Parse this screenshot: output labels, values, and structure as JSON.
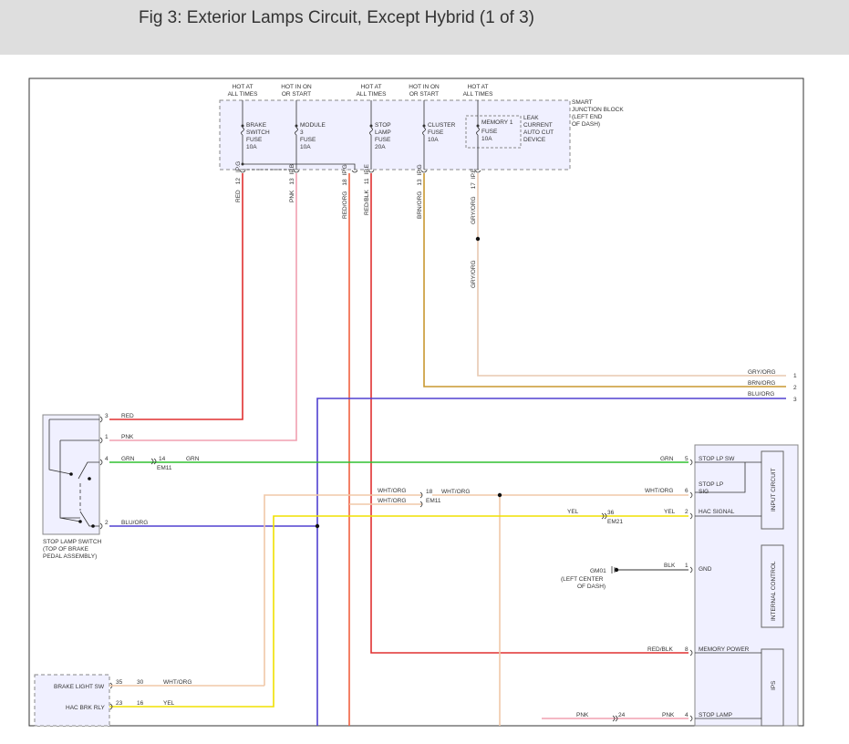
{
  "title": "Fig 3: Exterior Lamps Circuit, Except Hybrid (1 of 3)",
  "colors": {
    "red": "#e03030",
    "pink": "#f0a0b0",
    "green": "#30c030",
    "yellow": "#f0e000",
    "blue": "#5040d0",
    "tan": "#f0c8a8",
    "brown": "#c89830",
    "gray_orange": "#e8c8b0",
    "box_fill": "#f0f0ff"
  },
  "fuse_block": {
    "label": [
      "SMART",
      "JUNCTION BLOCK",
      "(LEFT END",
      "OF DASH)"
    ],
    "supplies": [
      {
        "lines": [
          "HOT AT",
          "ALL TIMES"
        ]
      },
      {
        "lines": [
          "HOT IN ON",
          "OR START"
        ]
      },
      {
        "lines": [
          "HOT AT",
          "ALL TIMES"
        ]
      },
      {
        "lines": [
          "HOT IN ON",
          "OR START"
        ]
      },
      {
        "lines": [
          "HOT AT",
          "ALL TIMES"
        ]
      }
    ],
    "fuses": [
      {
        "lines": [
          "BRAKE",
          "SWITCH",
          "FUSE",
          "10A"
        ]
      },
      {
        "lines": [
          "MODULE",
          "3",
          "FUSE",
          "10A"
        ]
      },
      {
        "lines": [
          "STOP",
          "LAMP",
          "FUSE",
          "20A"
        ]
      },
      {
        "lines": [
          "CLUSTER",
          "FUSE",
          "10A"
        ]
      },
      {
        "lines": [
          "MEMORY 1",
          "FUSE",
          "10A"
        ]
      }
    ],
    "device": [
      "LEAK",
      "CURRENT",
      "AUTO CUT",
      "DEVICE"
    ]
  },
  "vertical_labels": [
    {
      "pin": "12",
      "conn": "IP.G",
      "color": "RED"
    },
    {
      "pin": "13",
      "conn": "IP.B",
      "color": "PNK"
    },
    {
      "pin": "18",
      "conn": "IP.G",
      "color": "RED/ORG"
    },
    {
      "pin": "11",
      "conn": "IP.E",
      "color": "RED/BLK"
    },
    {
      "pin": "13",
      "conn": "IP.G",
      "color": "BRN/ORG"
    },
    {
      "pin": "17",
      "conn": "IP.E",
      "color": "GRY/ORG"
    }
  ],
  "gry_org_lower": "GRY/ORG",
  "right_wires": [
    {
      "label": "GRY/ORG",
      "num": "1"
    },
    {
      "label": "BRN/ORG",
      "num": "2"
    },
    {
      "label": "BLU/ORG",
      "num": "3"
    }
  ],
  "stop_lamp_switch": {
    "label": [
      "STOP LAMP SWITCH",
      "(TOP OF BRAKE",
      "PEDAL ASSEMBLY)"
    ],
    "pins": [
      {
        "pin": "3",
        "wire": "RED"
      },
      {
        "pin": "1",
        "wire": "PNK"
      },
      {
        "pin": "4",
        "wire": "GRN"
      },
      {
        "pin": "2",
        "wire": "BLU/ORG"
      }
    ]
  },
  "em11_grn": {
    "pin": "14",
    "conn": "EM11",
    "wire": "GRN"
  },
  "em11_wht": {
    "pin": "18",
    "conn": "EM11",
    "wire_in": "WHT/ORG",
    "wire_out": "WHT/ORG",
    "wire_low": "WHT/ORG"
  },
  "em21": {
    "pin": "36",
    "conn": "EM21",
    "wire_in": "YEL",
    "wire_out": "YEL"
  },
  "ground": {
    "name": "GM01",
    "loc": [
      "(LEFT CENTER",
      "OF DASH)"
    ],
    "wire": "BLK"
  },
  "module": {
    "pins": [
      {
        "wire": "GRN",
        "pin": "5",
        "name": "STOP LP SW"
      },
      {
        "wire": "WHT/ORG",
        "pin": "6",
        "name": "STOP LP",
        "name2": "SIG"
      },
      {
        "wire": "YEL",
        "pin": "2",
        "name": "HAC SIGNAL"
      },
      {
        "wire": "BLK",
        "pin": "1",
        "name": "GND"
      },
      {
        "wire": "RED/BLK",
        "pin": "8",
        "name": "MEMORY POWER"
      },
      {
        "wire": "PNK",
        "pin": "4",
        "name": "STOP LAMP"
      }
    ],
    "blocks": [
      "INPUT CIRCUIT",
      "INTERNAL CONTROL",
      "IPS"
    ]
  },
  "pnk_bottom": {
    "wire": "PNK",
    "pin": "24"
  },
  "bottom_module": {
    "rows": [
      {
        "name": "BRAKE LIGHT SW",
        "p1": "35",
        "p2": "30",
        "wire": "WHT/ORG"
      },
      {
        "name": "HAC BRK RLY",
        "p1": "23",
        "p2": "16",
        "wire": "YEL"
      }
    ]
  }
}
